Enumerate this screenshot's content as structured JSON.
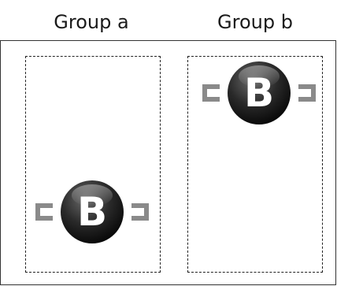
{
  "groups": [
    {
      "title": "Group a",
      "icon": "b-icon",
      "item_position": "bottom"
    },
    {
      "title": "Group b",
      "icon": "b-icon",
      "item_position": "top"
    }
  ],
  "icon_letter": "B",
  "colors": {
    "sphere_light": "#5a5a5a",
    "sphere_dark": "#101010",
    "handle": "#8a8a8a",
    "letter": "#ffffff",
    "frame": "#333333"
  }
}
